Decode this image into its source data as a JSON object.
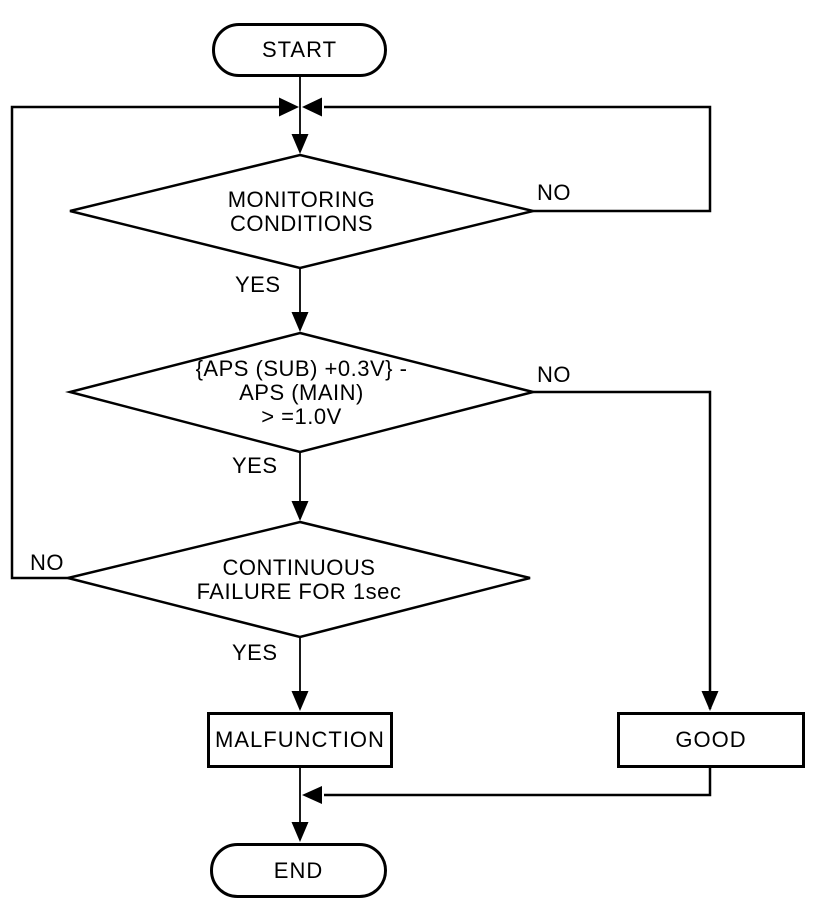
{
  "page": {
    "background_color": "#ffffff",
    "line_color": "#000000",
    "text_color": "#000000"
  },
  "flowchart": {
    "nodes": {
      "start": {
        "label": "START",
        "type": "terminator"
      },
      "decision1": {
        "label": "MONITORING\nCONDITIONS",
        "type": "decision"
      },
      "decision2": {
        "label": "{APS (SUB) +0.3V} -\nAPS (MAIN)\n> =1.0V",
        "type": "decision"
      },
      "decision3": {
        "label": "CONTINUOUS\nFAILURE FOR 1sec",
        "type": "decision"
      },
      "malfunction": {
        "label": "MALFUNCTION",
        "type": "process"
      },
      "good": {
        "label": "GOOD",
        "type": "process"
      },
      "end": {
        "label": "END",
        "type": "terminator"
      }
    },
    "edge_labels": {
      "decision1_yes": "YES",
      "decision1_no": "NO",
      "decision2_yes": "YES",
      "decision2_no": "NO",
      "decision3_yes": "YES",
      "decision3_no": "NO"
    }
  }
}
